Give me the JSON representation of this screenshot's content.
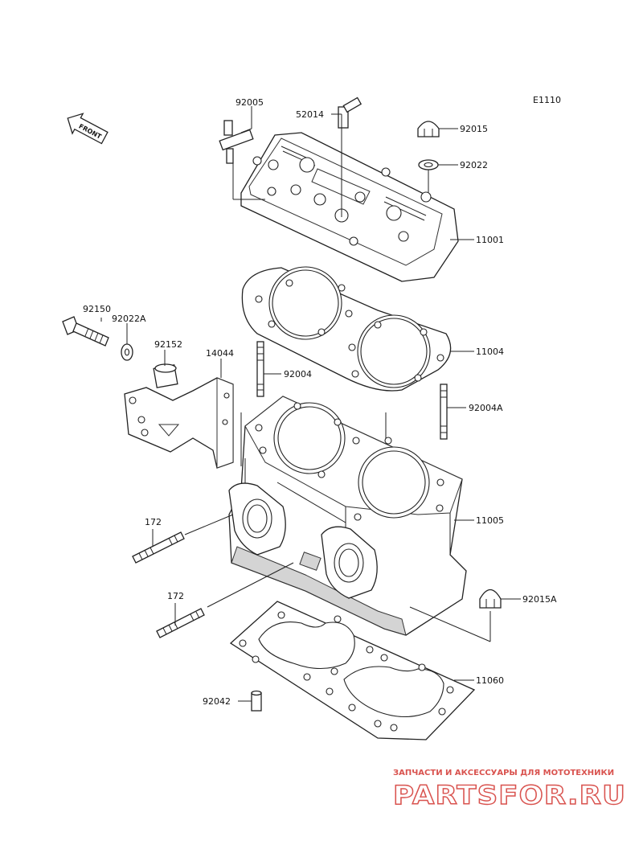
{
  "diagram": {
    "code": "E1110",
    "front_label": "FRONT",
    "parts": {
      "p92005": "92005",
      "p52014": "52014",
      "p92015": "92015",
      "p92022": "92022",
      "p11001": "11001",
      "p92150": "92150",
      "p92022A": "92022A",
      "p92152": "92152",
      "p14044": "14044",
      "p11004": "11004",
      "p92004": "92004",
      "p92004A": "92004A",
      "p172a": "172",
      "p172b": "172",
      "p11005": "11005",
      "p92015A": "92015A",
      "p11060": "11060",
      "p92042": "92042"
    }
  },
  "watermark": {
    "tagline": "ЗАПЧАСТИ И АКСЕССУАРЫ ДЛЯ МОТОТЕХНИКИ",
    "logo_text": "PARTSFOR.RU",
    "color": "#d9534f"
  }
}
